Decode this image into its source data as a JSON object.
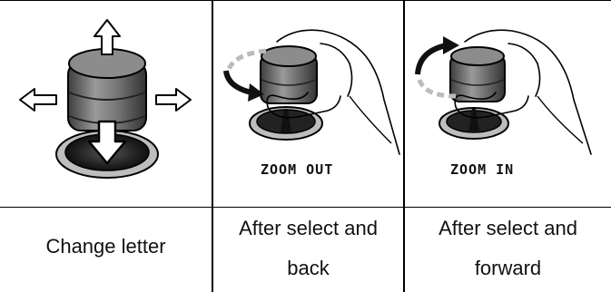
{
  "panels": [
    {
      "caption": "Change letter"
    },
    {
      "label": "ZOOM OUT",
      "caption_line1": "After select and",
      "caption_line2": "back"
    },
    {
      "label": "ZOOM IN",
      "caption_line1": "After select and",
      "caption_line2": "forward"
    }
  ],
  "colors": {
    "knob_dark": "#555555",
    "knob_mid": "#8a8a8a",
    "knob_light": "#c8c8c8",
    "base_dark": "#2a2a2a",
    "arrow_fill": "#ffffff",
    "line": "#000000"
  }
}
